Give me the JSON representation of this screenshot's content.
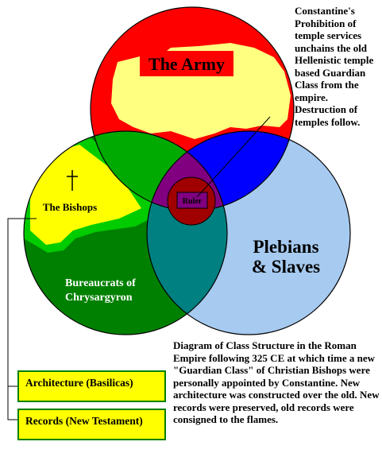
{
  "diagram": {
    "circles": {
      "army": {
        "label": "The Army"
      },
      "plebians": {
        "label_line1": "Plebians",
        "label_line2": "& Slaves"
      },
      "bishops": {
        "label": "The Bishops"
      },
      "bureaucrats": {
        "label_line1": "Bureaucrats of",
        "label_line2": "Chrysargyron"
      },
      "ruler": {
        "label": "Ruler"
      }
    },
    "boxes": {
      "architecture": "Architecture (Basilicas)",
      "records": "Records (New Testament)"
    },
    "notes": {
      "top": "Constantine's Prohibition of temple services unchains the old Hellenistic temple based Guardian Class from the empire. Destruction of temples follow.",
      "bottom": "Diagram of Class Structure in the Roman Empire following 325 CE at which time a new \"Guardian Class\" of Christian Bishops were personally appointed by Constantine. New architecture was constructed over the old. New records were preserved, old records were consigned to the flames."
    },
    "colors": {
      "army": "#ff0000",
      "army_fill": "#ffff80",
      "plebians": "#a6caf0",
      "bureaucrats": "#008000",
      "bishops_border": "#00cc00",
      "bishops_fill": "#ffff00",
      "army_bureaucrats": "#00aa00",
      "army_plebians": "#0000ff",
      "plebians_bureaucrats": "#008080",
      "center": "#800080",
      "ruler": "#a00000"
    },
    "icons": [
      "cross-icon"
    ]
  }
}
